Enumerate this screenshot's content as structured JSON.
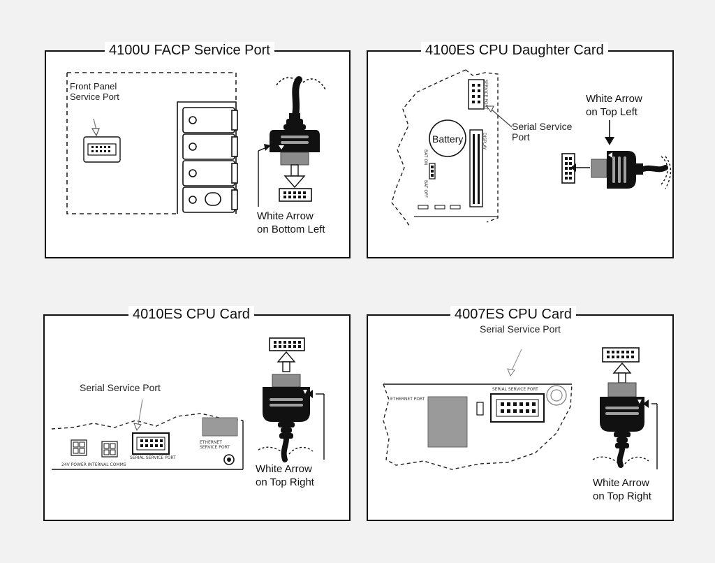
{
  "panels": [
    {
      "title": "4100U FACP Service Port",
      "front_panel_label": "Front Panel\nService Port",
      "arrow_label": "White Arrow\non Bottom Left"
    },
    {
      "title": "4100ES CPU Daughter Card",
      "battery_label": "Battery",
      "serial_label": "Serial Service\nPort",
      "arrow_label": "White Arrow\non Top Left",
      "board_texts": {
        "service_port": "SERVICE PORT",
        "display": "DISPLAY",
        "bat_on": "BAT ON",
        "bat_off": "BAT OFF"
      }
    },
    {
      "title": "4010ES CPU Card",
      "serial_label": "Serial Service Port",
      "arrow_label": "White Arrow\non Top Right",
      "board_texts": {
        "power": "24V POWER INTERNAL COMMS",
        "serial": "SERIAL SERVICE PORT",
        "ethernet": "ETHERNET\nSERVICE PORT"
      }
    },
    {
      "title": "4007ES CPU Card",
      "serial_label": "Serial Service Port",
      "arrow_label": "White Arrow\non Top Right",
      "board_texts": {
        "ethernet": "ETHERNET PORT",
        "serial": "SERIAL SERVICE PORT"
      }
    }
  ]
}
